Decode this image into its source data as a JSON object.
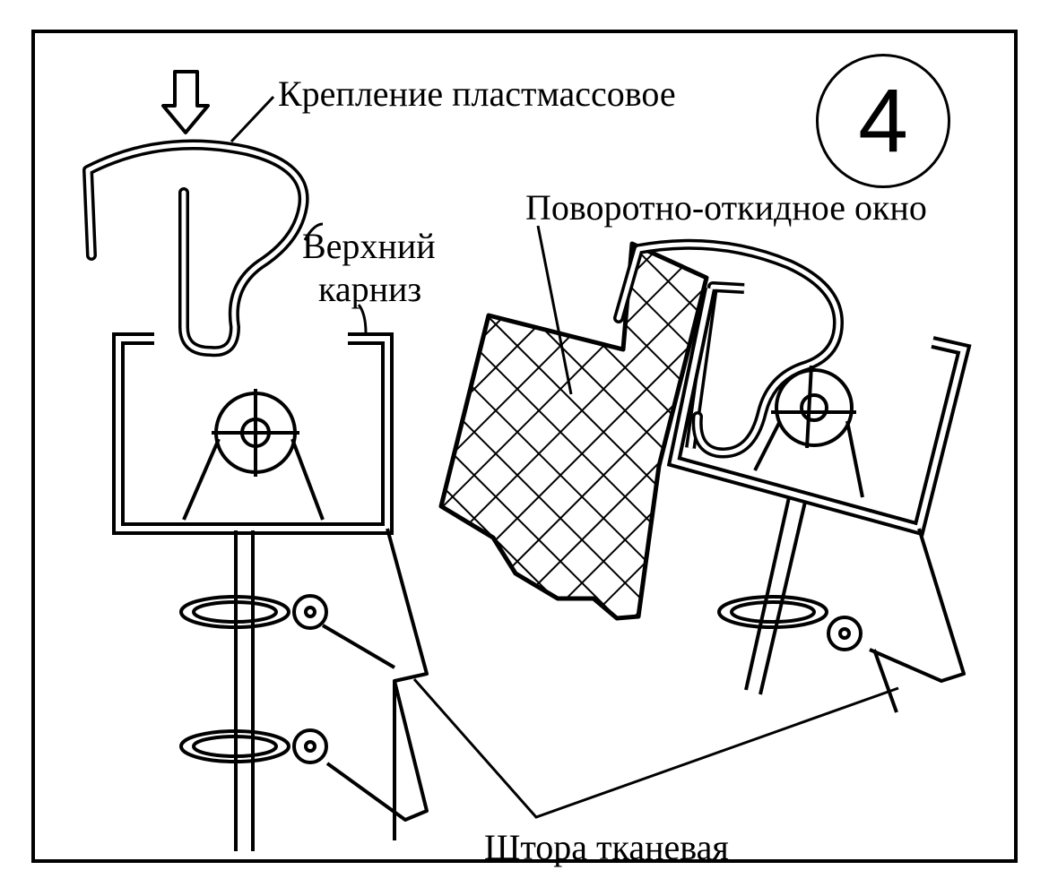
{
  "figure": {
    "number": "4",
    "labels": {
      "clip": "Крепление пластмассовое",
      "window": "Поворотно-откидное окно",
      "rail_line1": "Верхний",
      "rail_line2": "карниз",
      "curtain": "Штора тканевая"
    }
  }
}
